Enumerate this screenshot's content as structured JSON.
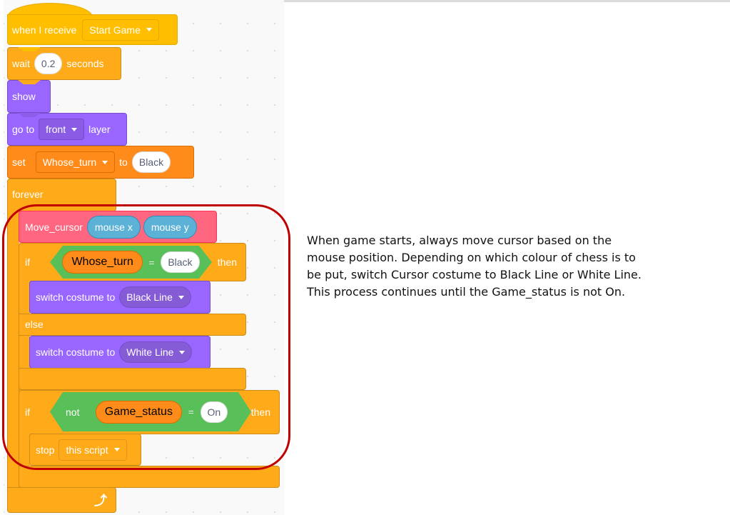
{
  "script": {
    "hat": {
      "label": "when I receive",
      "message": "Start Game"
    },
    "wait": {
      "label": "wait",
      "value": "0.2",
      "unit": "seconds"
    },
    "show": {
      "label": "show"
    },
    "go_to_layer": {
      "label": "go to",
      "layer": "front",
      "suffix": "layer"
    },
    "set_var": {
      "label": "set",
      "variable": "Whose_turn",
      "to": "to",
      "value": "Black"
    },
    "forever": {
      "label": "forever"
    },
    "move_cursor": {
      "label": "Move_cursor",
      "arg1": "mouse x",
      "arg2": "mouse y"
    },
    "if1": {
      "label": "if",
      "var": "Whose_turn",
      "op": "=",
      "value": "Black",
      "then": "then",
      "else": "else"
    },
    "switch1": {
      "label": "switch costume to",
      "costume": "Black Line"
    },
    "switch2": {
      "label": "switch costume to",
      "costume": "White Line"
    },
    "if2": {
      "label": "if",
      "not": "not",
      "var": "Game_status",
      "op": "=",
      "value": "On",
      "then": "then"
    },
    "stop": {
      "label": "stop",
      "option": "this script"
    }
  },
  "description": {
    "lines": [
      "When game starts, always move cursor based on the",
      "mouse position. Depending on which colour of chess is to",
      "be put, switch Cursor costume to Black Line or White Line.",
      "This process continues until the Game_status is not On."
    ]
  },
  "colors": {
    "events": "#ffbf00",
    "control": "#ffab19",
    "looks": "#9966ff",
    "variables": "#ff8c1a",
    "my_blocks": "#ff6680",
    "sensing": "#5cb1d6",
    "operators": "#59c059",
    "highlight": "#c00000"
  },
  "icons": {
    "loop_arrow": "loop-arrow-icon",
    "dropdown": "caret-down-icon"
  }
}
